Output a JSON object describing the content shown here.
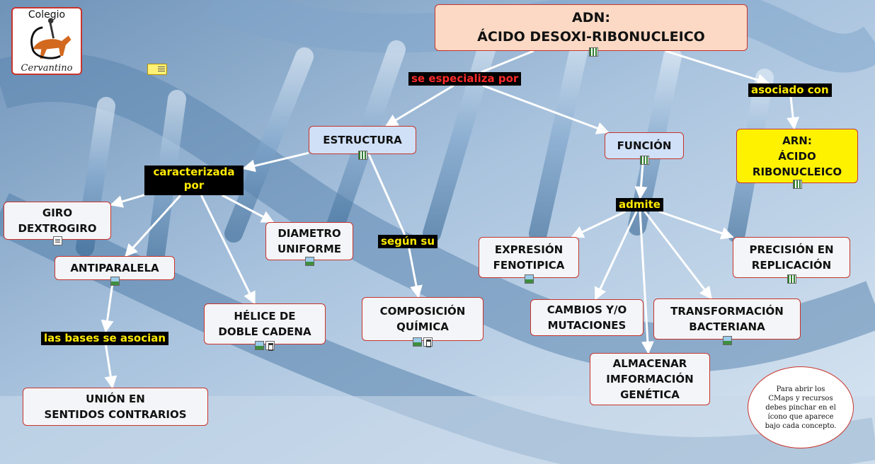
{
  "logo": {
    "line1": "Colegio",
    "line2": "Cervantino"
  },
  "nodes": {
    "adn": "ADN:\nÁCIDO DESOXI-RIBONUCLEICO",
    "estructura": "ESTRUCTURA",
    "funcion": "FUNCIÓN",
    "arn": "ARN:\nÁCIDO\nRIBONUCLEICO",
    "giro": "GIRO\nDEXTROGIRO",
    "antiparalela": "ANTIPARALELA",
    "diametro": "DIAMETRO\nUNIFORME",
    "helice": "HÉLICE DE\nDOBLE CADENA",
    "composicion": "COMPOSICIÓN\nQUÍMICA",
    "union": "UNIÓN EN\nSENTIDOS CONTRARIOS",
    "expresion": "EXPRESIÓN\nFENOTIPICA",
    "precision": "PRECISIÓN EN\nREPLICACIÓN",
    "cambios": "CAMBIOS Y/O\nMUTACIONES",
    "transformacion": "TRANSFORMACIÓN\nBACTERIANA",
    "almacenar": "ALMACENAR\nIMFORMACIÓN\nGENÉTICA"
  },
  "linking_phrases": {
    "se_especializa_por": "se especializa por",
    "asociado_con": "asociado con",
    "caracterizada_por": "caracterizada\npor",
    "segun_su": "según su",
    "admite": "admite",
    "las_bases_se_asocian": "las bases se asocian"
  },
  "note": "Para abrir los\nCMaps y  recursos\ndebes pinchar en el\nícono que aparece\nbajo cada concepto.",
  "colors": {
    "node_border": "#c8342c",
    "node_fill": "#f3f5f8",
    "node_blue": "#cfe0f7",
    "node_peach": "#fbd9c4",
    "node_yellow": "#fff200",
    "label_yellow_text": "#ffea00",
    "label_red_text": "#ff2a2a",
    "link": "#ffffff"
  }
}
